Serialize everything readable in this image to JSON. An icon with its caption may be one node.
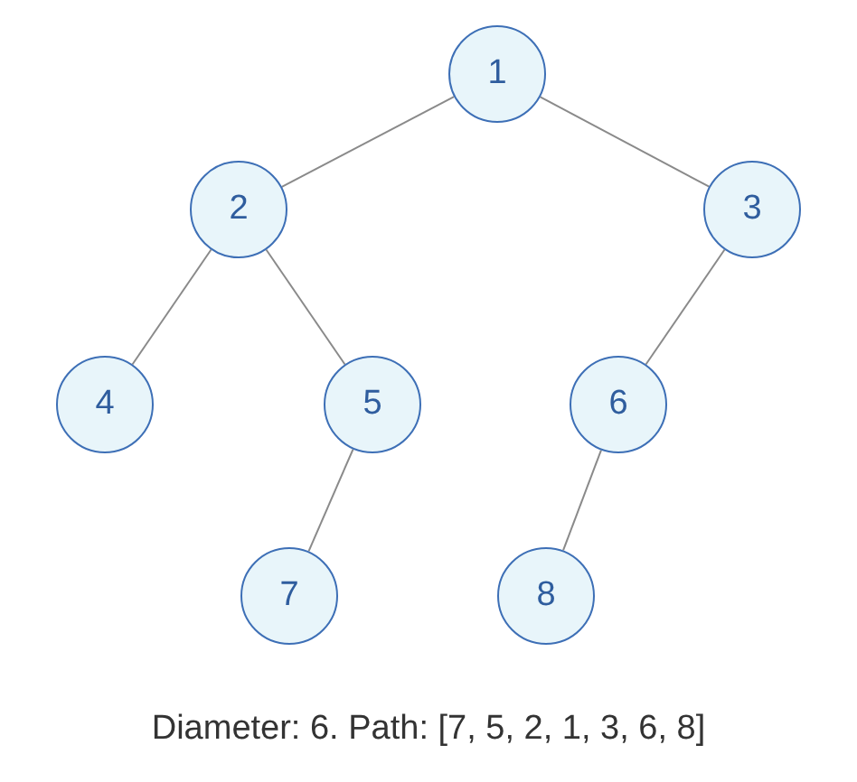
{
  "diagram": {
    "caption": "Diameter: 6. Path: [7, 5, 2, 1, 3, 6, 8]",
    "nodes": [
      {
        "text": [
          "1"
        ]
      },
      {
        "text": [
          "2"
        ]
      },
      {
        "text": [
          "3"
        ]
      },
      {
        "text": [
          "4"
        ]
      },
      {
        "text": [
          "5"
        ]
      },
      {
        "text": [
          "6"
        ]
      },
      {
        "text": [
          "7"
        ]
      },
      {
        "text": [
          "8"
        ]
      }
    ],
    "edges": [
      {
        "from": 0,
        "to": 1,
        "arrow": "none"
      },
      {
        "from": 0,
        "to": 2,
        "arrow": "none"
      },
      {
        "from": 1,
        "to": 3,
        "arrow": "none"
      },
      {
        "from": 1,
        "to": 4,
        "arrow": "none"
      },
      {
        "from": 2,
        "to": 5,
        "arrow": "none"
      },
      {
        "from": 4,
        "to": 6,
        "arrow": "none"
      },
      {
        "from": 5,
        "to": 7,
        "arrow": "none"
      }
    ]
  }
}
